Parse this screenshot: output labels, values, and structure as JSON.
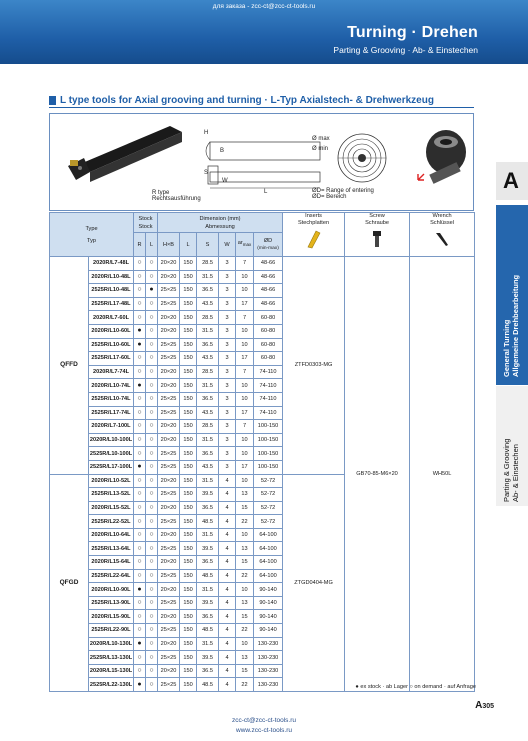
{
  "header": {
    "order_text": "для заказа - zcc-ct@zcc-ct-tools.ru",
    "title": "Turning · Drehen",
    "subtitle": "Parting & Grooving · Ab- & Einstechen"
  },
  "section": {
    "title": "L type tools for Axial grooving and turning · L-Typ Axialstech- & Drehwerkzeug"
  },
  "illustration": {
    "r_type_en": "R type",
    "r_type_de": "Rechtsausführung",
    "range_en": "ØD= Range of entering",
    "range_de": "ØD= Bereich",
    "dim_h": "H",
    "dim_b": "B",
    "dim_s": "S",
    "dim_w": "W",
    "dim_l": "L",
    "dia_max": "Ø max",
    "dia_min": "Ø min"
  },
  "table": {
    "headers": {
      "type": "Type",
      "type_de": "Typ",
      "stock": "Stock",
      "stock_de": "Stock",
      "r": "R",
      "l": "L",
      "dimension": "Dimension (mm)",
      "dimension_de": "Abmessung",
      "hxb": "H×B",
      "len": "L",
      "s": "S",
      "w": "W",
      "ar": "ar",
      "ar_sub": "max",
      "od": "ØD",
      "od_sub": "(min-max)",
      "inserts": "Inserts",
      "inserts_de": "Stechplatten",
      "screw": "Screw",
      "screw_de": "Schraube",
      "wrench": "Wrench",
      "wrench_de": "Schlüssel"
    },
    "groups": [
      {
        "name": "QFFD",
        "insert": "ZTFD0303-MG",
        "rows": [
          {
            "code": "2020R/L7-48L",
            "r": "○",
            "l": "○",
            "hxb": "20×20",
            "len": "150",
            "s": "28.5",
            "w": "3",
            "ar": "7",
            "od": "48-66"
          },
          {
            "code": "2020R/L10-48L",
            "r": "○",
            "l": "○",
            "hxb": "20×20",
            "len": "150",
            "s": "31.5",
            "w": "3",
            "ar": "10",
            "od": "48-66"
          },
          {
            "code": "2525R/L10-48L",
            "r": "○",
            "l": "●",
            "hxb": "25×25",
            "len": "150",
            "s": "36.5",
            "w": "3",
            "ar": "10",
            "od": "48-66"
          },
          {
            "code": "2525R/L17-48L",
            "r": "○",
            "l": "○",
            "hxb": "25×25",
            "len": "150",
            "s": "43.5",
            "w": "3",
            "ar": "17",
            "od": "48-66"
          },
          {
            "code": "2020R/L7-60L",
            "r": "○",
            "l": "○",
            "hxb": "20×20",
            "len": "150",
            "s": "28.5",
            "w": "3",
            "ar": "7",
            "od": "60-80"
          },
          {
            "code": "2020R/L10-60L",
            "r": "●",
            "l": "○",
            "hxb": "20×20",
            "len": "150",
            "s": "31.5",
            "w": "3",
            "ar": "10",
            "od": "60-80"
          },
          {
            "code": "2525R/L10-60L",
            "r": "●",
            "l": "○",
            "hxb": "25×25",
            "len": "150",
            "s": "36.5",
            "w": "3",
            "ar": "10",
            "od": "60-80"
          },
          {
            "code": "2525R/L17-60L",
            "r": "○",
            "l": "○",
            "hxb": "25×25",
            "len": "150",
            "s": "43.5",
            "w": "3",
            "ar": "17",
            "od": "60-80"
          },
          {
            "code": "2020R/L7-74L",
            "r": "○",
            "l": "○",
            "hxb": "20×20",
            "len": "150",
            "s": "28.5",
            "w": "3",
            "ar": "7",
            "od": "74-110"
          },
          {
            "code": "2020R/L10-74L",
            "r": "●",
            "l": "○",
            "hxb": "20×20",
            "len": "150",
            "s": "31.5",
            "w": "3",
            "ar": "10",
            "od": "74-110"
          },
          {
            "code": "2525R/L10-74L",
            "r": "○",
            "l": "○",
            "hxb": "25×25",
            "len": "150",
            "s": "36.5",
            "w": "3",
            "ar": "10",
            "od": "74-110"
          },
          {
            "code": "2525R/L17-74L",
            "r": "○",
            "l": "○",
            "hxb": "25×25",
            "len": "150",
            "s": "43.5",
            "w": "3",
            "ar": "17",
            "od": "74-110"
          },
          {
            "code": "2020R/L7-100L",
            "r": "○",
            "l": "○",
            "hxb": "20×20",
            "len": "150",
            "s": "28.5",
            "w": "3",
            "ar": "7",
            "od": "100-150"
          },
          {
            "code": "2020R/L10-100L",
            "r": "○",
            "l": "○",
            "hxb": "20×20",
            "len": "150",
            "s": "31.5",
            "w": "3",
            "ar": "10",
            "od": "100-150"
          },
          {
            "code": "2525R/L10-100L",
            "r": "○",
            "l": "○",
            "hxb": "25×25",
            "len": "150",
            "s": "36.5",
            "w": "3",
            "ar": "10",
            "od": "100-150"
          },
          {
            "code": "2525R/L17-100L",
            "r": "●",
            "l": "○",
            "hxb": "25×25",
            "len": "150",
            "s": "43.5",
            "w": "3",
            "ar": "17",
            "od": "100-150"
          }
        ]
      },
      {
        "name": "QFGD",
        "insert": "ZTGD0404-MG",
        "rows": [
          {
            "code": "2020R/L10-52L",
            "r": "○",
            "l": "○",
            "hxb": "20×20",
            "len": "150",
            "s": "31.5",
            "w": "4",
            "ar": "10",
            "od": "52-72"
          },
          {
            "code": "2525R/L13-52L",
            "r": "○",
            "l": "○",
            "hxb": "25×25",
            "len": "150",
            "s": "39.5",
            "w": "4",
            "ar": "13",
            "od": "52-72"
          },
          {
            "code": "2020R/L15-52L",
            "r": "○",
            "l": "○",
            "hxb": "20×20",
            "len": "150",
            "s": "36.5",
            "w": "4",
            "ar": "15",
            "od": "52-72"
          },
          {
            "code": "2525R/L22-52L",
            "r": "○",
            "l": "○",
            "hxb": "25×25",
            "len": "150",
            "s": "48.5",
            "w": "4",
            "ar": "22",
            "od": "52-72"
          },
          {
            "code": "2020R/L10-64L",
            "r": "○",
            "l": "○",
            "hxb": "20×20",
            "len": "150",
            "s": "31.5",
            "w": "4",
            "ar": "10",
            "od": "64-100"
          },
          {
            "code": "2525R/L13-64L",
            "r": "○",
            "l": "○",
            "hxb": "25×25",
            "len": "150",
            "s": "39.5",
            "w": "4",
            "ar": "13",
            "od": "64-100"
          },
          {
            "code": "2020R/L15-64L",
            "r": "○",
            "l": "○",
            "hxb": "20×20",
            "len": "150",
            "s": "36.5",
            "w": "4",
            "ar": "15",
            "od": "64-100"
          },
          {
            "code": "2525R/L22-64L",
            "r": "○",
            "l": "○",
            "hxb": "25×25",
            "len": "150",
            "s": "48.5",
            "w": "4",
            "ar": "22",
            "od": "64-100"
          },
          {
            "code": "2020R/L10-90L",
            "r": "●",
            "l": "○",
            "hxb": "20×20",
            "len": "150",
            "s": "31.5",
            "w": "4",
            "ar": "10",
            "od": "90-140"
          },
          {
            "code": "2525R/L13-90L",
            "r": "○",
            "l": "○",
            "hxb": "25×25",
            "len": "150",
            "s": "39.5",
            "w": "4",
            "ar": "13",
            "od": "90-140"
          },
          {
            "code": "2020R/L15-90L",
            "r": "○",
            "l": "○",
            "hxb": "20×20",
            "len": "150",
            "s": "36.5",
            "w": "4",
            "ar": "15",
            "od": "90-140"
          },
          {
            "code": "2525R/L22-90L",
            "r": "○",
            "l": "○",
            "hxb": "25×25",
            "len": "150",
            "s": "48.5",
            "w": "4",
            "ar": "22",
            "od": "90-140"
          },
          {
            "code": "2020R/L10-130L",
            "r": "●",
            "l": "○",
            "hxb": "20×20",
            "len": "150",
            "s": "31.5",
            "w": "4",
            "ar": "10",
            "od": "130-230"
          },
          {
            "code": "2525R/L13-130L",
            "r": "○",
            "l": "○",
            "hxb": "25×25",
            "len": "150",
            "s": "39.5",
            "w": "4",
            "ar": "13",
            "od": "130-230"
          },
          {
            "code": "2020R/L15-130L",
            "r": "○",
            "l": "○",
            "hxb": "20×20",
            "len": "150",
            "s": "36.5",
            "w": "4",
            "ar": "15",
            "od": "130-230"
          },
          {
            "code": "2525R/L22-130L",
            "r": "●",
            "l": "○",
            "hxb": "25×25",
            "len": "150",
            "s": "48.5",
            "w": "4",
            "ar": "22",
            "od": "130-230"
          }
        ]
      }
    ],
    "screw": "GB70-85-M6×20",
    "wrench": "WH50L"
  },
  "side_tabs": {
    "letter": "A",
    "blue_en": "General Turning",
    "blue_de": "Allgemeine Drehbearbeitung",
    "light_en": "Parting & Grooving",
    "light_de": "Ab- & Einstechen"
  },
  "legend": "● ex stock · ab Lager   ○ on demand · auf Anfrage",
  "page": {
    "letter": "A",
    "number": "305"
  },
  "footer": {
    "email": "zcc-ct@zcc-ct-tools.ru",
    "website": "www.zcc-ct-tools.ru"
  },
  "colors": {
    "brand_blue": "#1f5fa8",
    "header_cell": "#cfdff0",
    "grid": "#7a99c5"
  }
}
